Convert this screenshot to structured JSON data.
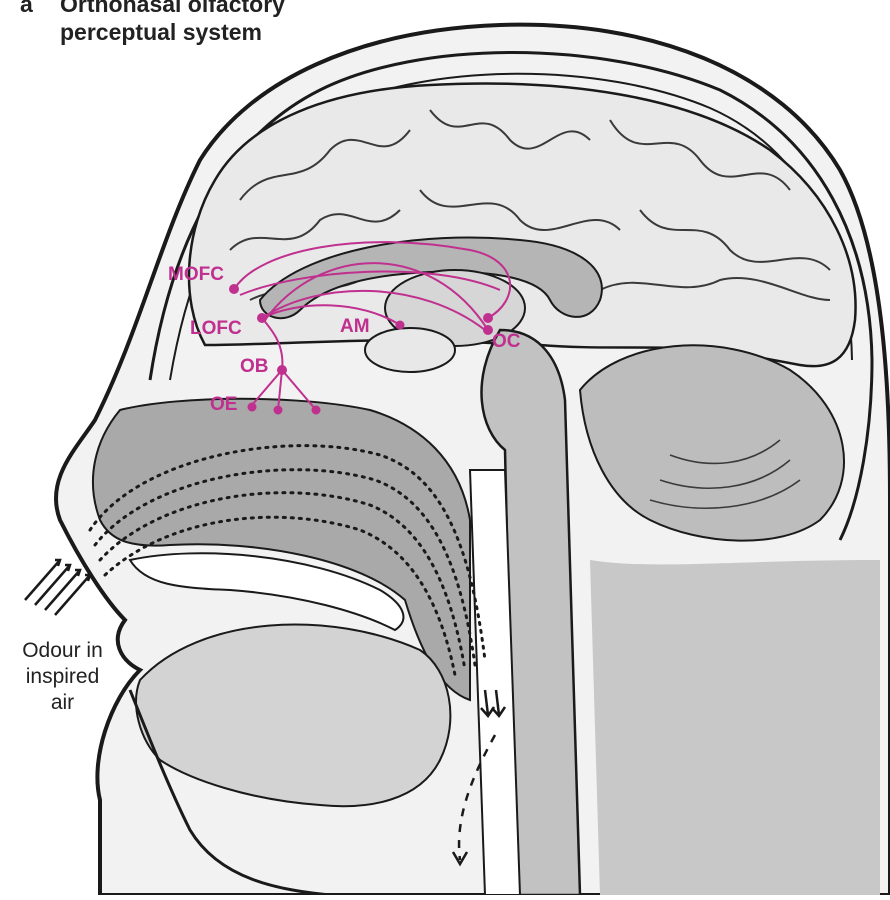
{
  "panel": {
    "letter": "a",
    "title_line1": "Orthonasal olfactory",
    "title_line2": "perceptual system"
  },
  "labels": {
    "mofc": "MOFC",
    "lofc": "LOFC",
    "am": "AM",
    "oc": "OC",
    "ob": "OB",
    "oe": "OE"
  },
  "caption": {
    "line1": "Odour in",
    "line2": "inspired",
    "line3": "air"
  },
  "colors": {
    "pathway": "#c0308f",
    "outline": "#1a1a1a",
    "light_tissue": "#e6e6e6",
    "mid_tissue": "#c8c8c8",
    "dark_tissue": "#a9a9a9"
  }
}
